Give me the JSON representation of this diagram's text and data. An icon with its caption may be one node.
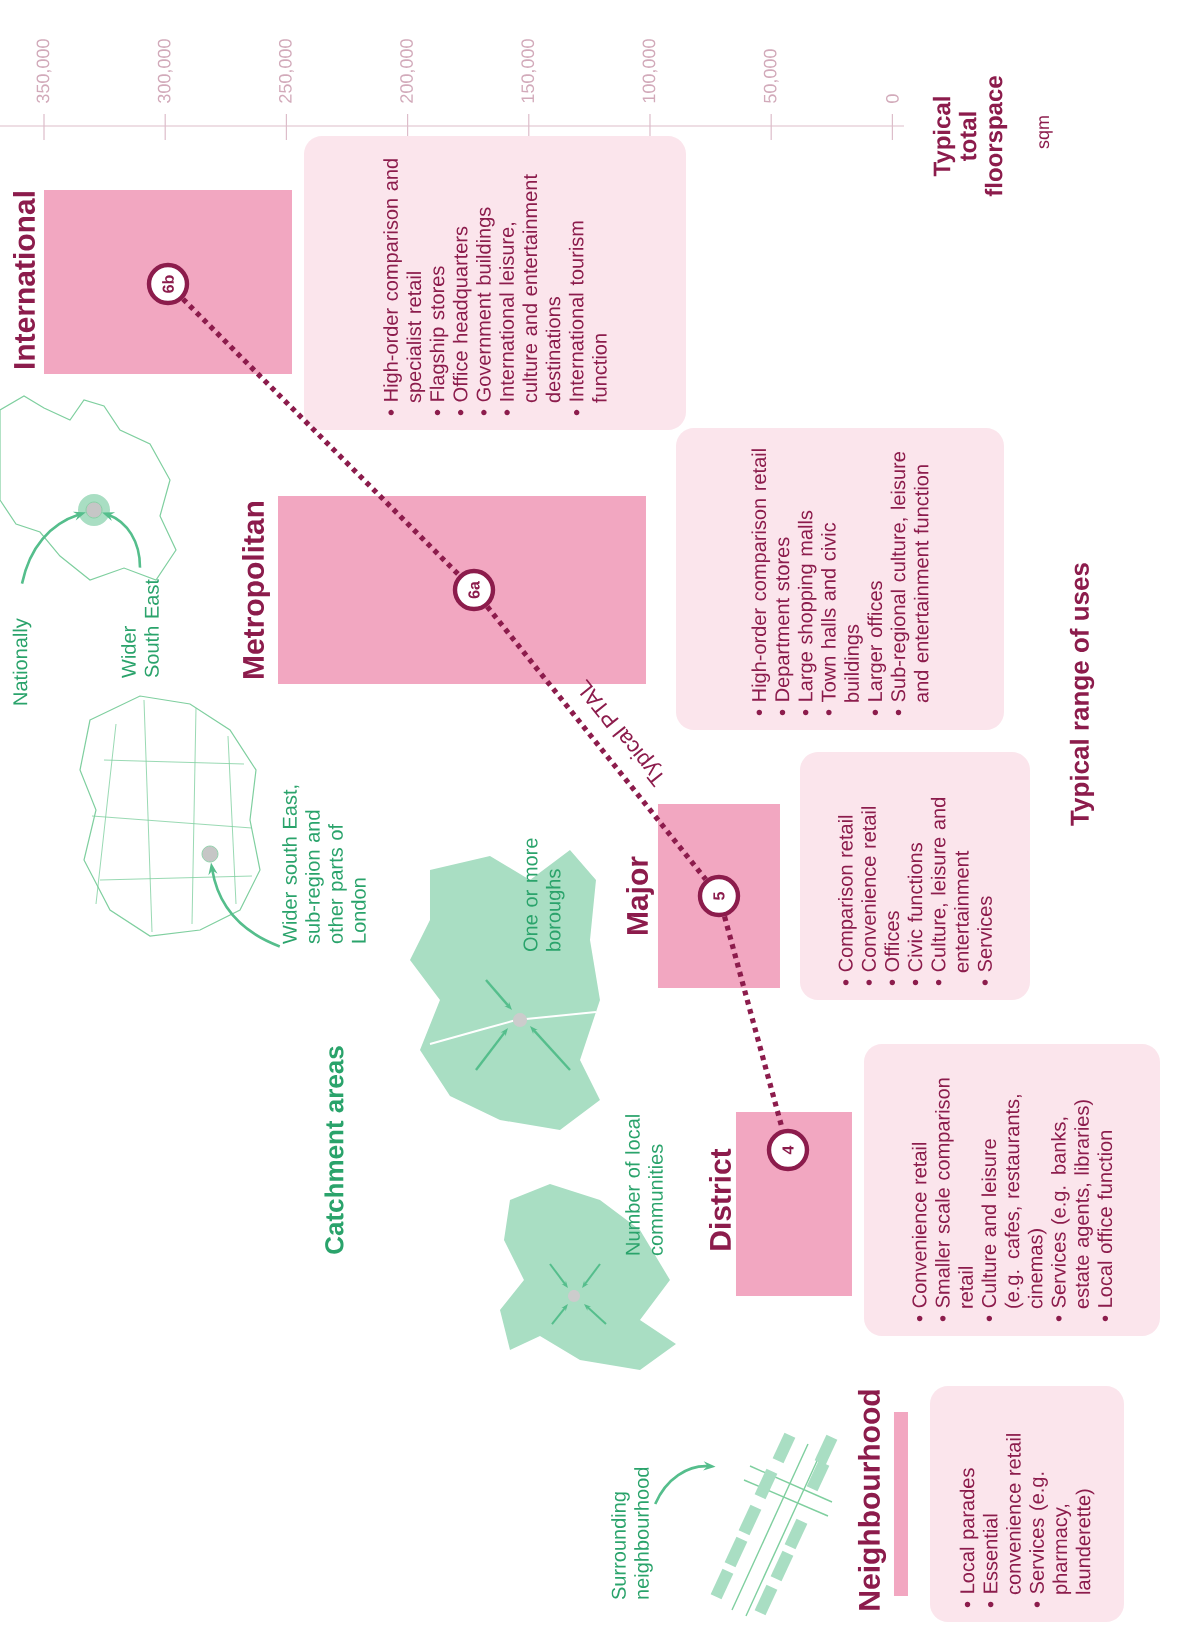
{
  "diagram": {
    "nodes": [
      {
        "text": [
          "International"
        ]
      },
      {
        "text": [
          "Metropolitan"
        ]
      },
      {
        "text": [
          "Major"
        ]
      },
      {
        "text": [
          "District"
        ]
      },
      {
        "text": [
          "Neighbourhood"
        ]
      },
      {
        "text": [
          "6b"
        ],
        "in": 0
      },
      {
        "text": [
          "6a"
        ],
        "in": 1
      },
      {
        "text": [
          "5"
        ],
        "in": 2
      },
      {
        "text": [
          "4"
        ],
        "in": 3
      },
      {
        "text": [
          "• High-order comparison and specialist retail",
          "• Flagship stores",
          "• Office headquarters",
          "• Government buildings",
          "• International leisure, culture and entertainment destinations",
          "• International tourism function"
        ]
      },
      {
        "text": [
          "• High-order comparison retail",
          "• Department stores",
          "• Large shopping malls",
          "• Town halls and civic buildings",
          "• Larger offices",
          "• Sub-regional culture, leisure and entertainment function"
        ]
      },
      {
        "text": [
          "• Comparison retail",
          "• Convenience retail",
          "• Offices",
          "• Civic functions",
          "• Culture, leisure and entertainment",
          "• Services"
        ]
      },
      {
        "text": [
          "• Convenience retail",
          "• Smaller scale comparison retail",
          "• Culture and leisure (e.g. cafes, restaurants, cinemas)",
          "• Services (e.g. banks, estate agents, libraries)",
          "• Local office function"
        ]
      },
      {
        "text": [
          "• Local parades",
          "• Essential convenience retail",
          "• Services (e.g. pharmacy, launderette)"
        ]
      },
      {
        "text": [
          "Nationally"
        ]
      },
      {
        "text": [
          "Wider South East"
        ]
      },
      {
        "text": [],
        "shape": "circle"
      },
      {
        "text": [
          "Wider south East, sub-region and other parts of London"
        ]
      },
      {
        "text": [],
        "shape": "circle"
      },
      {
        "text": [
          "Surrounding neighbourhood"
        ]
      },
      {
        "text": [],
        "shape": "picture"
      }
    ],
    "edges": [
      {
        "from": 5,
        "to": 6,
        "arrow": "none",
        "style": "dashed",
        "color": "#8c1c4c"
      },
      {
        "from": 6,
        "to": 7,
        "arrow": "none",
        "style": "dashed",
        "color": "#8c1c4c",
        "label": "Typical PTAL"
      },
      {
        "from": 7,
        "to": 8,
        "arrow": "none",
        "style": "dashed",
        "color": "#8c1c4c"
      },
      {
        "from": 14,
        "to": 16,
        "arrow": "to"
      },
      {
        "from": 15,
        "to": 16,
        "arrow": "to"
      },
      {
        "from": 17,
        "to": 18,
        "arrow": "to"
      },
      {
        "from": 19,
        "to": 20,
        "arrow": "to"
      }
    ],
    "labels": [
      "350,000",
      "300,000",
      "250,000",
      "200,000",
      "150,000",
      "100,000",
      "50,000",
      "0",
      "Typical total floorspace",
      "sqm",
      "Typical range of uses",
      "Catchment areas",
      "One or more boroughs",
      "Number of local communities"
    ]
  }
}
